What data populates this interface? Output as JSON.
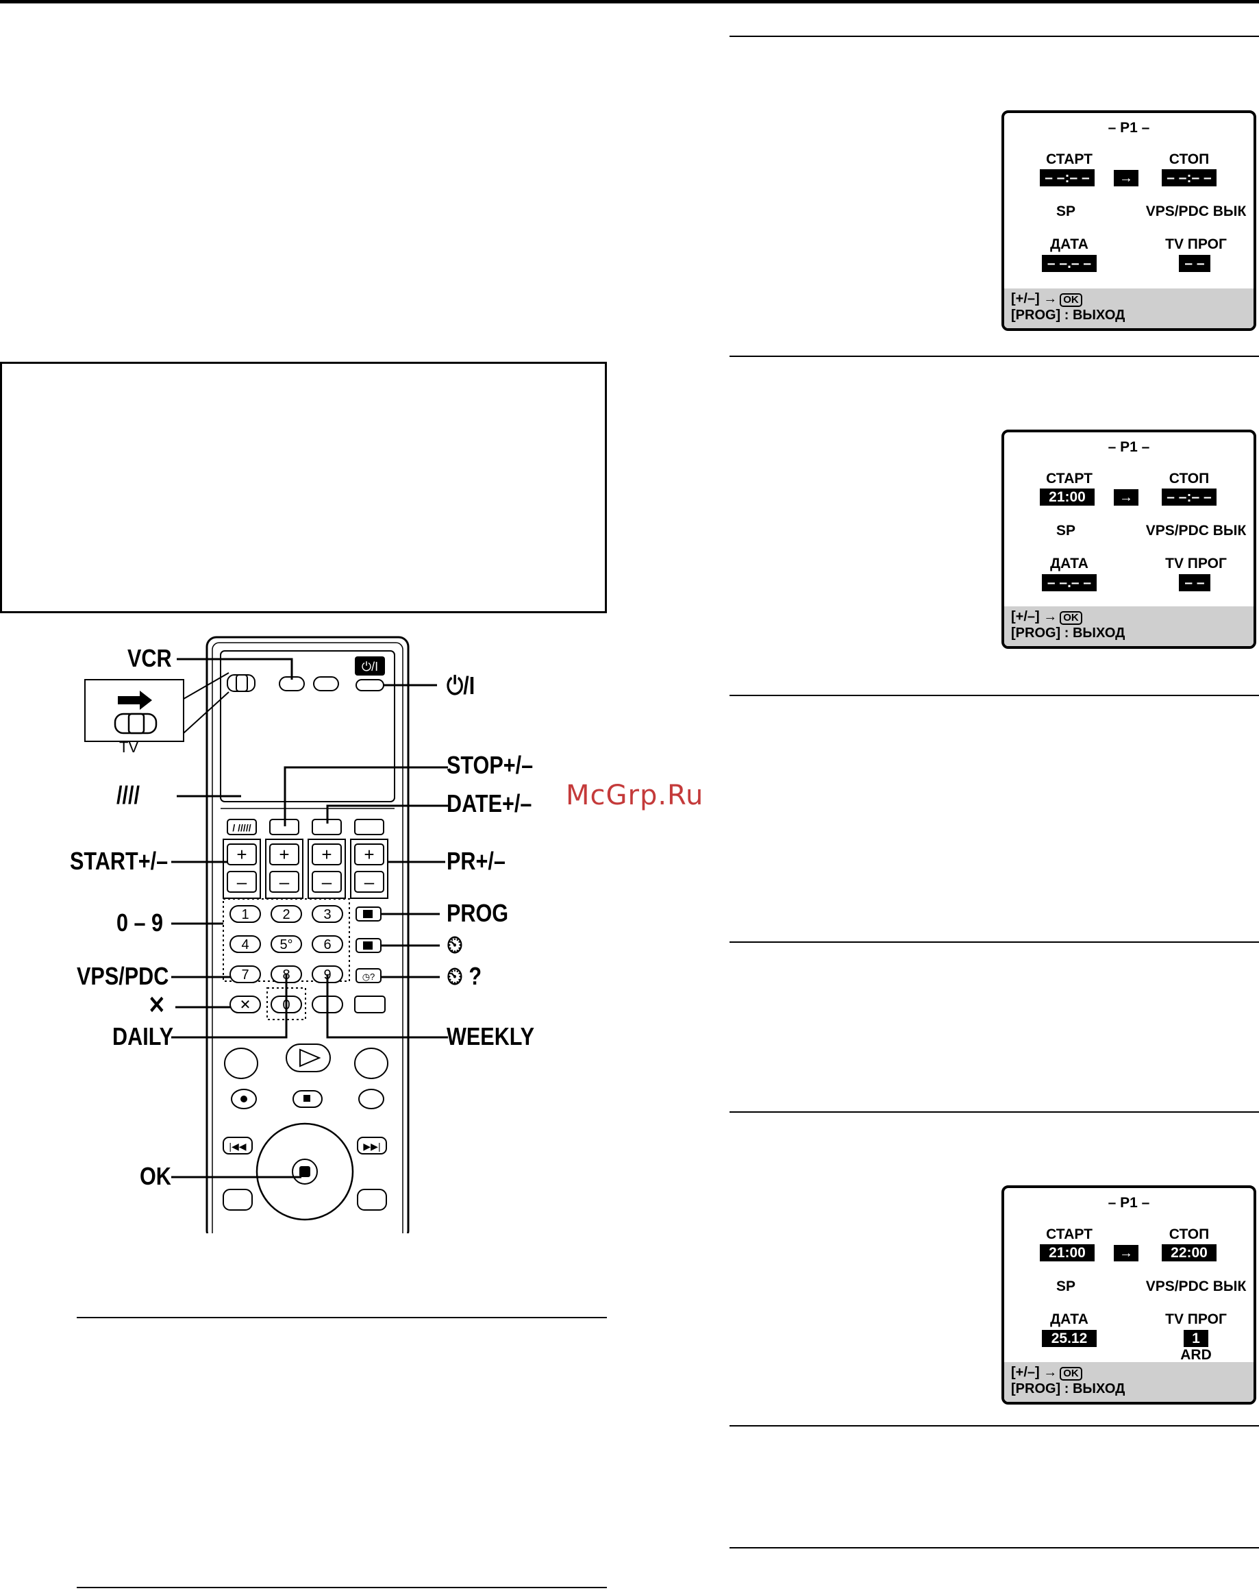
{
  "watermark": "McGrp.Ru",
  "callouts": {
    "vcr": "VCR",
    "power": "⏻/I",
    "tv": "TV",
    "stop": "STOP+/–",
    "date": "DATE+/–",
    "slashes": "////",
    "start": "START+/–",
    "pr": "PR+/–",
    "digits": "0 – 9",
    "prog": "PROG",
    "timer": "⏲",
    "vps": "VPS/PDC",
    "timer_check": "⏲ ?",
    "cancel": "✕",
    "daily": "DAILY",
    "weekly": "WEEKLY",
    "ok": "OK"
  },
  "remote": {
    "digits": [
      "1",
      "2",
      "3",
      "4",
      "5°",
      "6",
      "7",
      "8",
      "9",
      "0"
    ],
    "power_button": "⏻/I"
  },
  "osd_screens": [
    {
      "title": "– P1 –",
      "start_label": "СТАРТ",
      "start_value": "– –:– –",
      "arrow": "→",
      "stop_label": "СТОП",
      "stop_value": "– –:– –",
      "mode": "SP",
      "vps": "VPS/PDC ВЫК",
      "date_label": "ДАТА",
      "date_value": "– –.– –",
      "tv_label": "TV ПРОГ",
      "tv_value": "– –",
      "station": "",
      "foot1": "[+/–]  →",
      "ok": "OK",
      "foot2": "[PROG] : ВЫХОД"
    },
    {
      "title": "– P1 –",
      "start_label": "СТАРТ",
      "start_value": "21:00",
      "arrow": "→",
      "stop_label": "СТОП",
      "stop_value": "– –:– –",
      "mode": "SP",
      "vps": "VPS/PDC ВЫК",
      "date_label": "ДАТА",
      "date_value": "– –.– –",
      "tv_label": "TV ПРОГ",
      "tv_value": "– –",
      "station": "",
      "foot1": "[+/–]  →",
      "ok": "OK",
      "foot2": "[PROG] : ВЫХОД"
    },
    {
      "title": "– P1 –",
      "start_label": "СТАРТ",
      "start_value": "21:00",
      "arrow": "→",
      "stop_label": "СТОП",
      "stop_value": "22:00",
      "mode": "SP",
      "vps": "VPS/PDC ВЫК",
      "date_label": "ДАТА",
      "date_value": "25.12",
      "tv_label": "TV ПРОГ",
      "tv_value": "1",
      "station": "ARD",
      "foot1": "[+/–]  →",
      "ok": "OK",
      "foot2": "[PROG] : ВЫХОД"
    }
  ]
}
